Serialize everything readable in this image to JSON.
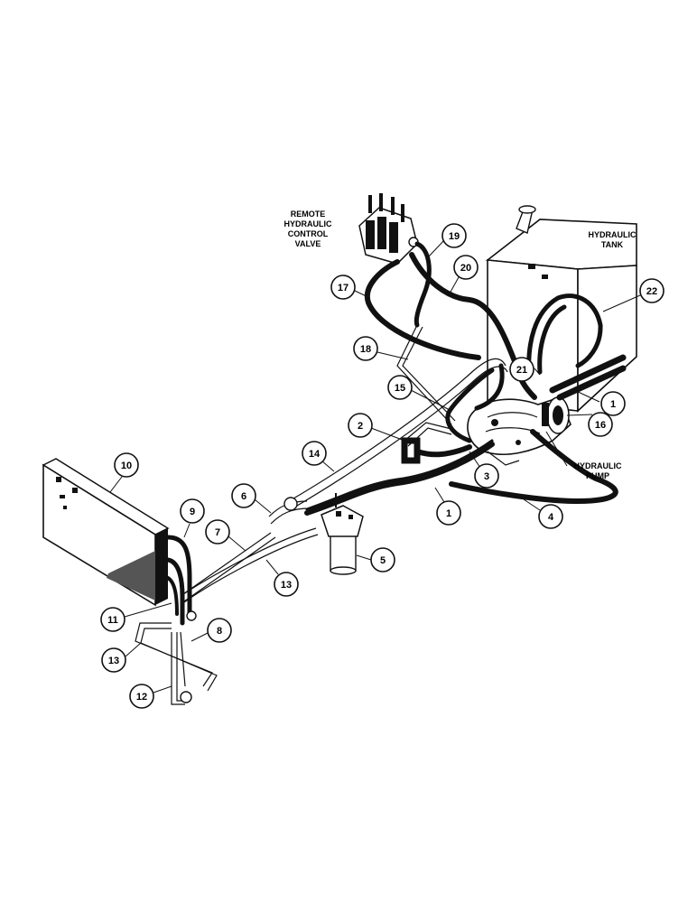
{
  "labels": {
    "remote_valve": [
      "REMOTE",
      "HYDRAULIC",
      "CONTROL",
      "VALVE"
    ],
    "tank": [
      "HYDRAULIC",
      "TANK"
    ],
    "pump": [
      "HYDRAULIC",
      "PUMP"
    ]
  },
  "callouts": [
    "1",
    "1",
    "2",
    "3",
    "4",
    "5",
    "6",
    "7",
    "8",
    "9",
    "10",
    "11",
    "12",
    "13",
    "13",
    "14",
    "15",
    "16",
    "17",
    "18",
    "19",
    "20",
    "21",
    "22"
  ]
}
